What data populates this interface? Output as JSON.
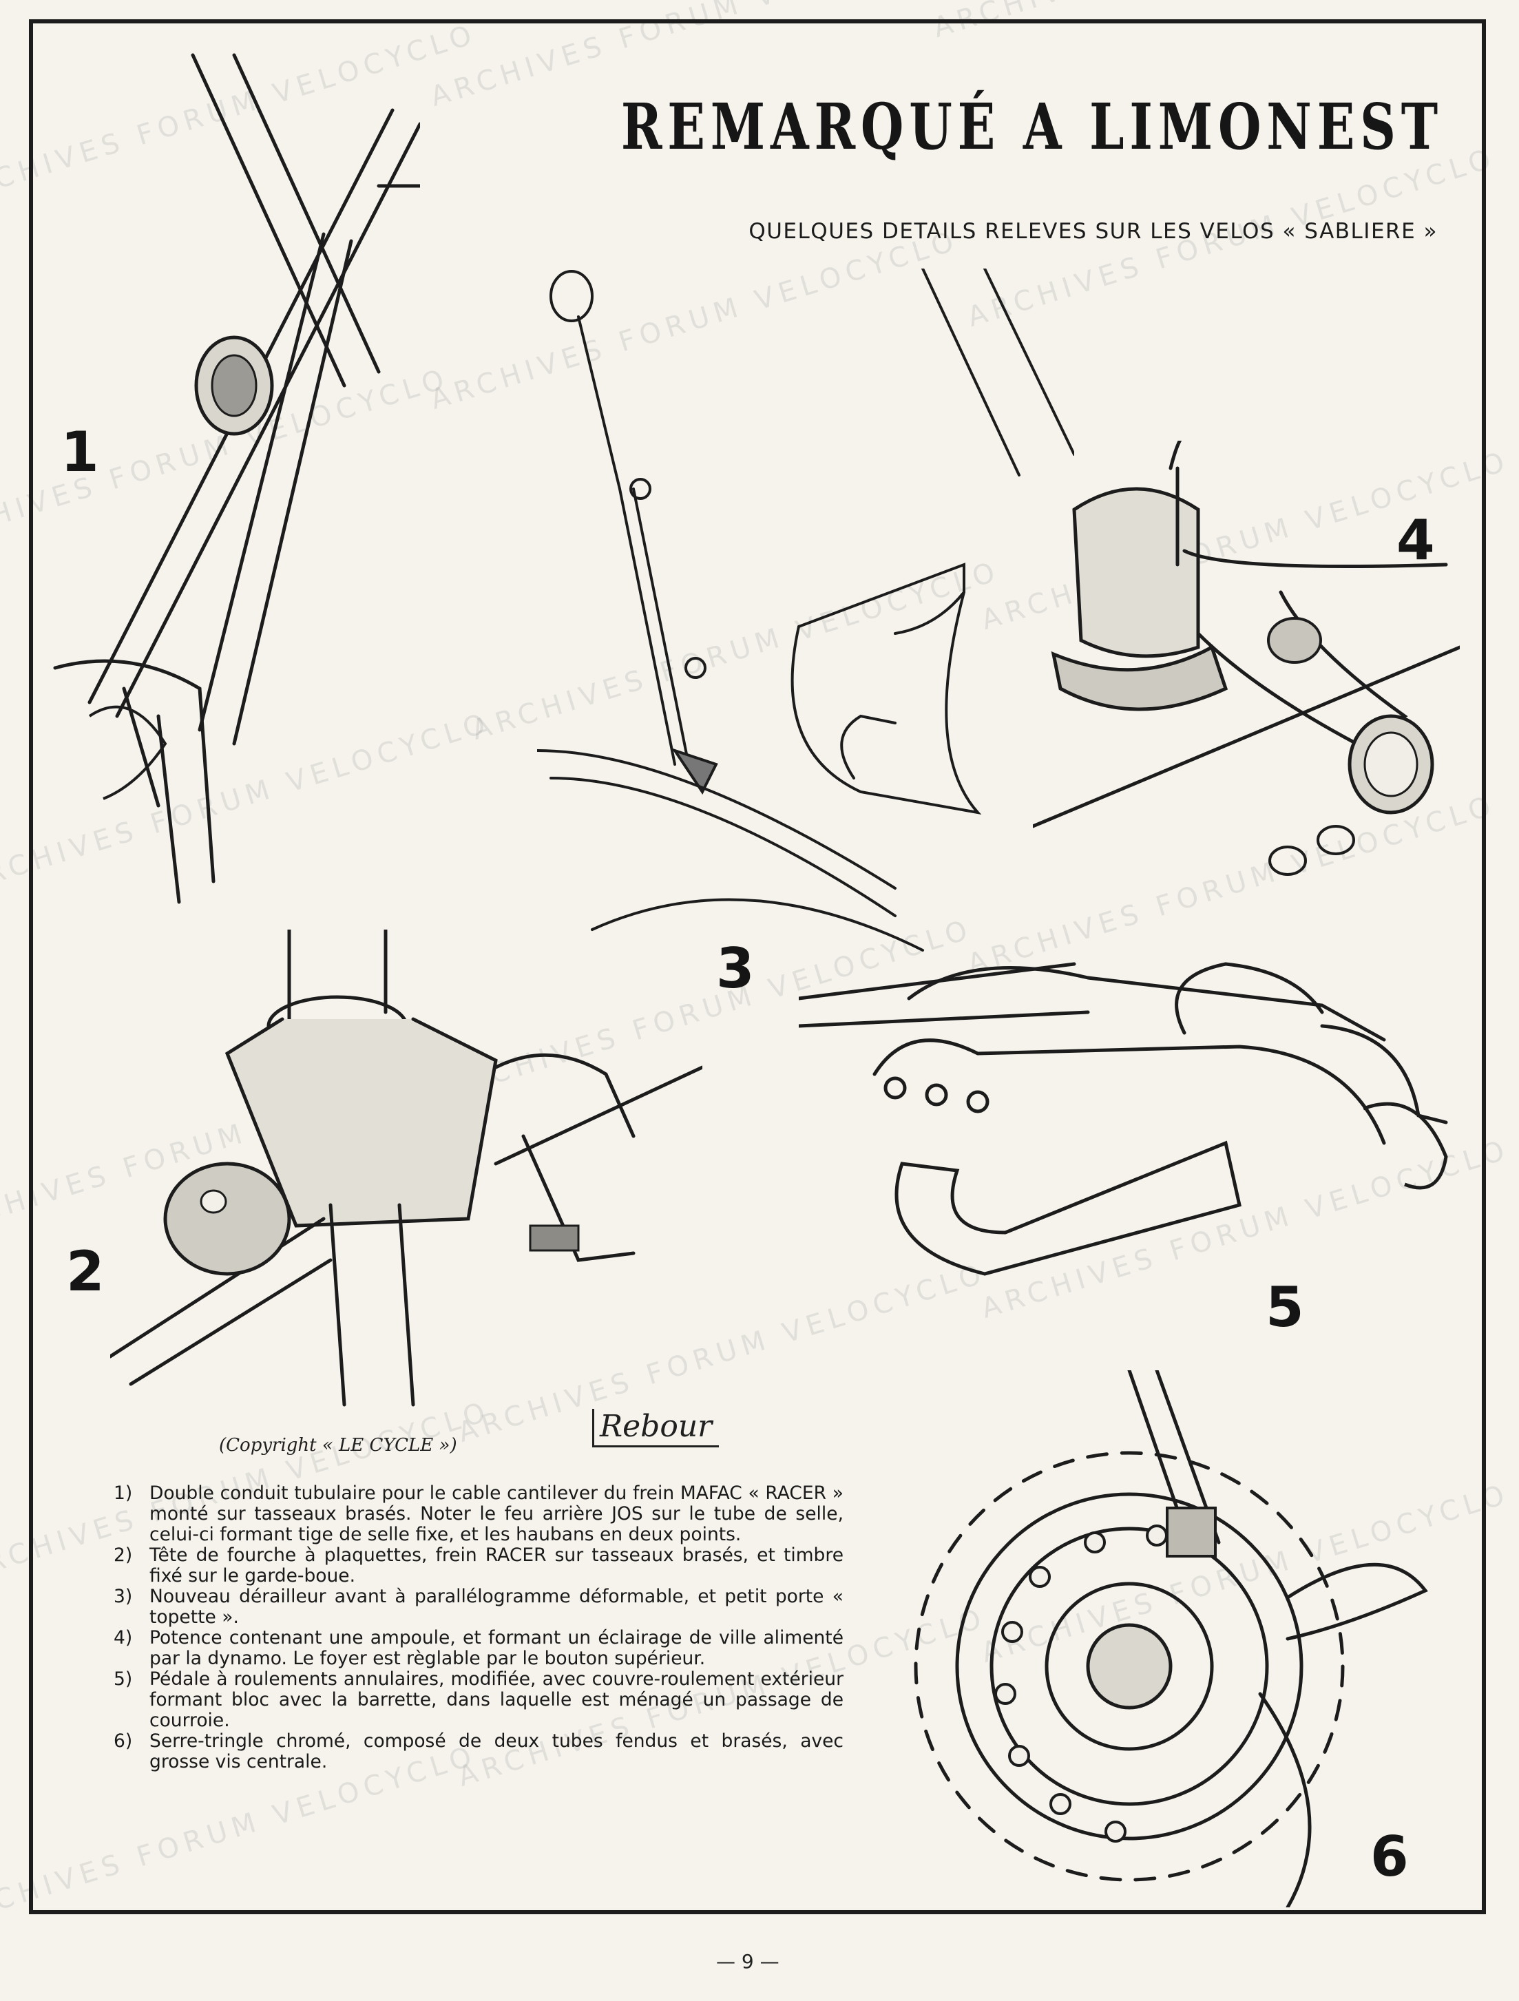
{
  "header": {
    "title": "REMARQUÉ A LIMONEST",
    "subtitle": "QUELQUES DETAILS RELEVES SUR LES VELOS « SABLIERE »"
  },
  "watermark": {
    "text": "ARCHIVES FORUM VELOCYCLO"
  },
  "figures": {
    "fig1": "1",
    "fig2": "2",
    "fig3": "3",
    "fig4": "4",
    "fig5": "5",
    "fig6": "6"
  },
  "credits": {
    "copyright": "(Copyright « LE CYCLE »)",
    "signature": "Rebour"
  },
  "captions": [
    {
      "num": "1)",
      "text": "Double conduit tubulaire pour le cable cantilever du frein MAFAC « RACER » monté sur tasseaux brasés. Noter le feu arrière JOS sur le tube de selle, celui-ci formant tige de selle fixe, et les haubans en deux points."
    },
    {
      "num": "2)",
      "text": "Tête de fourche à plaquettes, frein RACER sur tasseaux brasés, et timbre fixé sur le garde-boue."
    },
    {
      "num": "3)",
      "text": "Nouveau dérailleur avant à parallélogramme déformable, et petit porte « topette »."
    },
    {
      "num": "4)",
      "text": "Potence contenant une ampoule, et formant un éclairage de ville alimenté par la dynamo. Le foyer est règlable par le bouton supérieur."
    },
    {
      "num": "5)",
      "text": "Pédale à roulements annulaires, modifiée, avec couvre-roulement extérieur formant bloc avec la barrette, dans laquelle est ménagé un passage de courroie."
    },
    {
      "num": "6)",
      "text": "Serre-tringle chromé, composé de deux tubes fendus et brasés, avec grosse vis centrale."
    }
  ],
  "footer": {
    "page_number": "— 9 —"
  }
}
